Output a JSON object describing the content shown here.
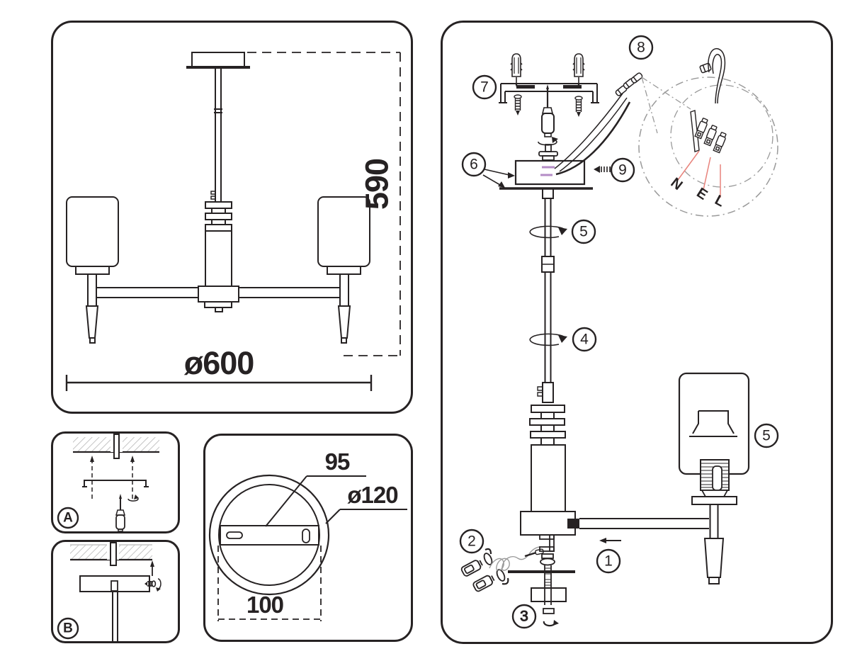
{
  "sheet": {
    "title": "lamp-assembly-instruction-sheet"
  },
  "front_view": {
    "height_mm": "590",
    "diameter_mm": "ø600"
  },
  "ceiling_details": {
    "a_label": "A",
    "b_label": "B"
  },
  "mount_plate": {
    "bracket_width": "95",
    "plate_diameter": "ø120",
    "hole_spacing": "100"
  },
  "assembly": {
    "steps": [
      "1",
      "2",
      "3",
      "4",
      "5",
      "6",
      "7",
      "8",
      "9"
    ],
    "wiring_labels": {
      "neutral": "N",
      "earth": "E",
      "live": "L"
    }
  },
  "colors": {
    "line": "#262223",
    "accent_purple": "#b48cc6",
    "leader_red": "#e8837c",
    "hatch_gray": "#c4c4c4",
    "guide_gray": "#9a9a9a"
  }
}
